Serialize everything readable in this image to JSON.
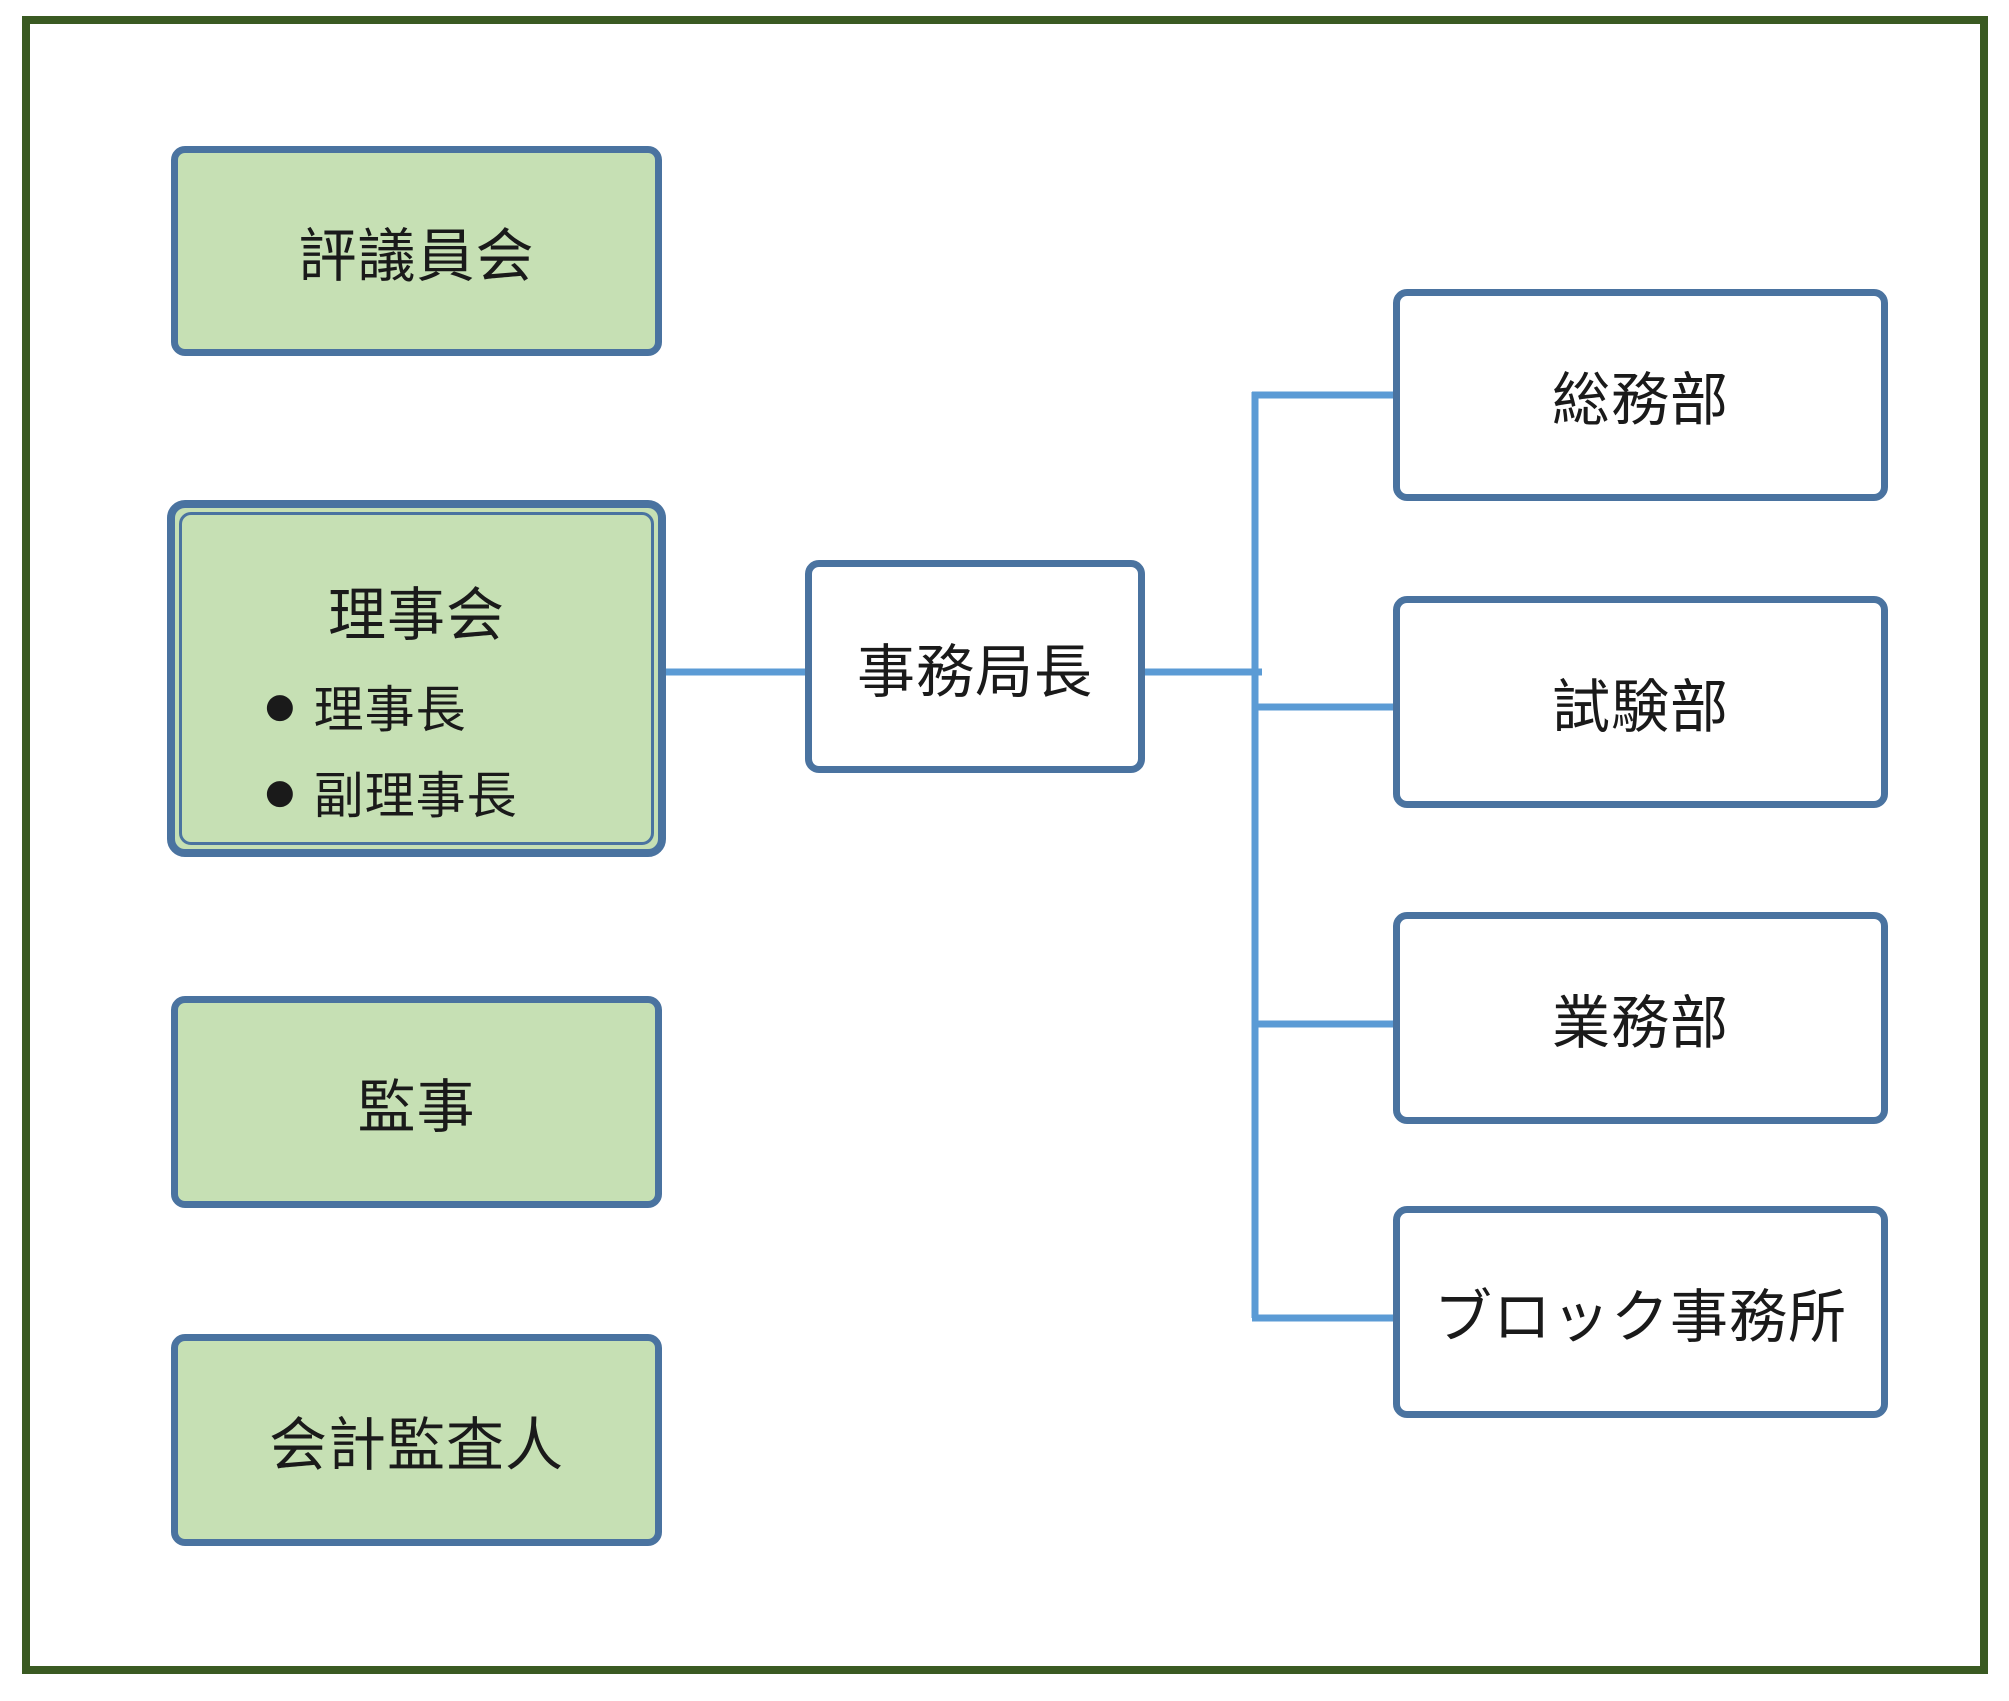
{
  "left_boxes": {
    "council": "評議員会",
    "board": {
      "title": "理事会",
      "bullets": [
        "理事長",
        "副理事長"
      ]
    },
    "auditor": "監事",
    "accounting_auditor": "会計監査人"
  },
  "center_box": "事務局長",
  "departments": [
    "総務部",
    "試験部",
    "業務部",
    "ブロック事務所"
  ],
  "colors": {
    "frame": "#3a5a22",
    "box_border": "#4a73a0",
    "green_fill": "#c6e0b4",
    "connector": "#5b9bd5"
  }
}
